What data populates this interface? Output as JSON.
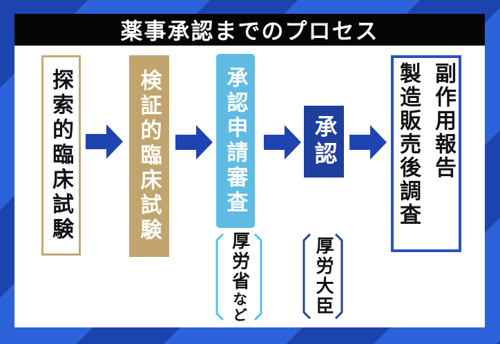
{
  "title_bar": {
    "title": "薬事承認までのプロセス"
  },
  "flow": {
    "steps": [
      {
        "label": "探索的臨床試験"
      },
      {
        "label": "検証的臨床試験"
      },
      {
        "label": "承認申請審査"
      },
      {
        "label": "承認"
      },
      {
        "lines": [
          "副作用報告",
          "製造販売後調査"
        ]
      }
    ]
  },
  "annotations": [
    {
      "main": "厚労省",
      "suffix": "など"
    },
    {
      "main": "厚労大臣",
      "suffix": ""
    }
  ],
  "colors": {
    "background_stripe_dark": "#1c44ae",
    "background_stripe_bright": "#2c63da",
    "title_bar_bg": "#050505",
    "title_text": "#ffffff",
    "step1_border_tan": "#c7a76f",
    "step2_bg_tan": "#c2a46e",
    "step3_bg_lightblue": "#5fbbe4",
    "step4_bg_navy": "#1e3f9d",
    "step5_border_blue": "#2a52b8",
    "arrow_blue": "#1e44b2",
    "bracket1_lightblue": "#4ec4e8",
    "bracket2_navy": "#24418f",
    "text_black": "#111111"
  }
}
